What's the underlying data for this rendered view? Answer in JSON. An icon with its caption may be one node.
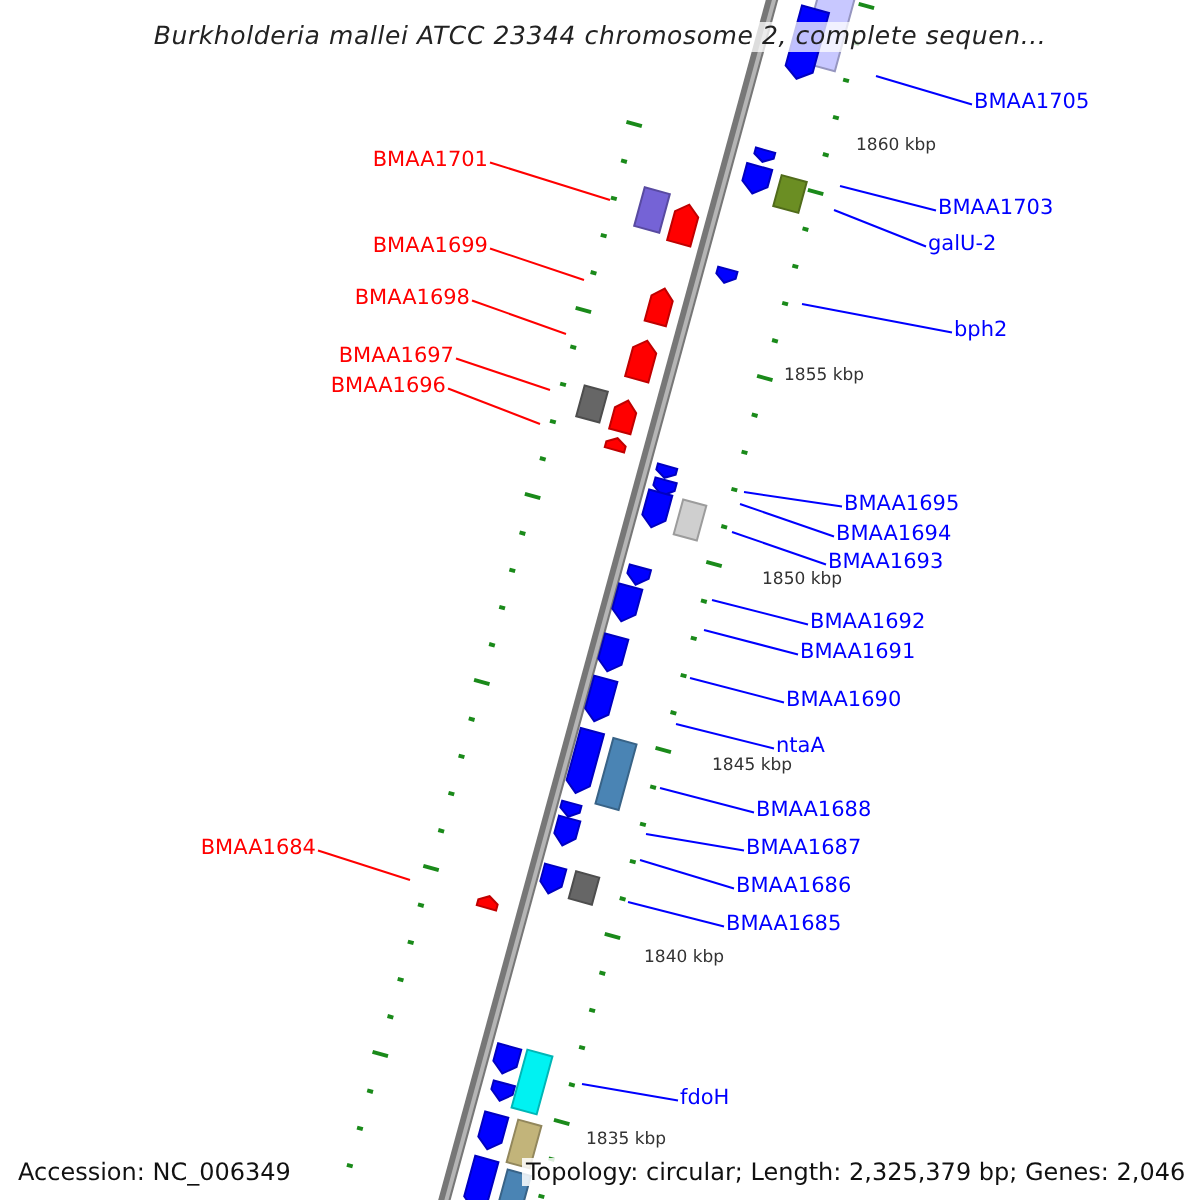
{
  "diagram": {
    "title": "Burkholderia mallei ATCC 23344 chromosome 2, complete sequen...",
    "nodes": [
      {
        "text": [
          "BMAA1705"
        ]
      },
      {
        "text": [
          "BMAA1701"
        ]
      },
      {
        "text": [
          "BMAA1703"
        ]
      },
      {
        "text": [
          "galU-2"
        ]
      },
      {
        "text": [
          "BMAA1699"
        ]
      },
      {
        "text": [
          "BMAA1698"
        ]
      },
      {
        "text": [
          "bph2"
        ]
      },
      {
        "text": [
          "BMAA1697"
        ]
      },
      {
        "text": [
          "BMAA1696"
        ]
      },
      {
        "text": [
          "BMAA1695"
        ]
      },
      {
        "text": [
          "BMAA1694"
        ]
      },
      {
        "text": [
          "BMAA1693"
        ]
      },
      {
        "text": [
          "BMAA1692"
        ]
      },
      {
        "text": [
          "BMAA1691"
        ]
      },
      {
        "text": [
          "BMAA1690"
        ]
      },
      {
        "text": [
          "ntaA"
        ]
      },
      {
        "text": [
          "BMAA1688"
        ]
      },
      {
        "text": [
          "BMAA1687"
        ]
      },
      {
        "text": [
          "BMAA1686"
        ]
      },
      {
        "text": [
          "BMAA1684"
        ]
      },
      {
        "text": [
          "BMAA1685"
        ]
      },
      {
        "text": [
          "fdoH"
        ]
      }
    ],
    "edges": [
      {
        "from": 0,
        "to": null,
        "arrow": "none"
      },
      {
        "from": 1,
        "to": null,
        "arrow": "none",
        "color": "#ff0000"
      },
      {
        "from": 2,
        "to": null,
        "arrow": "none"
      },
      {
        "from": 3,
        "to": null,
        "arrow": "none"
      },
      {
        "from": 4,
        "to": null,
        "arrow": "none",
        "color": "#ff0000"
      },
      {
        "from": 5,
        "to": null,
        "arrow": "none",
        "color": "#ff0000"
      },
      {
        "from": 6,
        "to": null,
        "arrow": "none"
      },
      {
        "from": 7,
        "to": null,
        "arrow": "none",
        "color": "#ff0000"
      },
      {
        "from": 8,
        "to": null,
        "arrow": "none",
        "color": "#ff0000"
      },
      {
        "from": 9,
        "to": null,
        "arrow": "none"
      },
      {
        "from": 10,
        "to": null,
        "arrow": "none"
      },
      {
        "from": 11,
        "to": null,
        "arrow": "none"
      },
      {
        "from": 12,
        "to": null,
        "arrow": "none"
      },
      {
        "from": 13,
        "to": null,
        "arrow": "none"
      },
      {
        "from": 14,
        "to": null,
        "arrow": "none"
      },
      {
        "from": 15,
        "to": null,
        "arrow": "none"
      },
      {
        "from": 16,
        "to": null,
        "arrow": "none"
      },
      {
        "from": 17,
        "to": null,
        "arrow": "none"
      },
      {
        "from": 18,
        "to": null,
        "arrow": "none"
      },
      {
        "from": 19,
        "to": null,
        "arrow": "none",
        "color": "#ff0000"
      },
      {
        "from": 20,
        "to": null,
        "arrow": "none"
      },
      {
        "from": 21,
        "to": null,
        "arrow": "none"
      }
    ],
    "labels": [
      "1860 kbp",
      "1855 kbp",
      "1850 kbp",
      "1845 kbp",
      "1840 kbp",
      "1835 kbp",
      "Accession: NC_006349",
      "Topology: circular; Length: 2,325,379 bp; Genes: 2,046"
    ]
  }
}
